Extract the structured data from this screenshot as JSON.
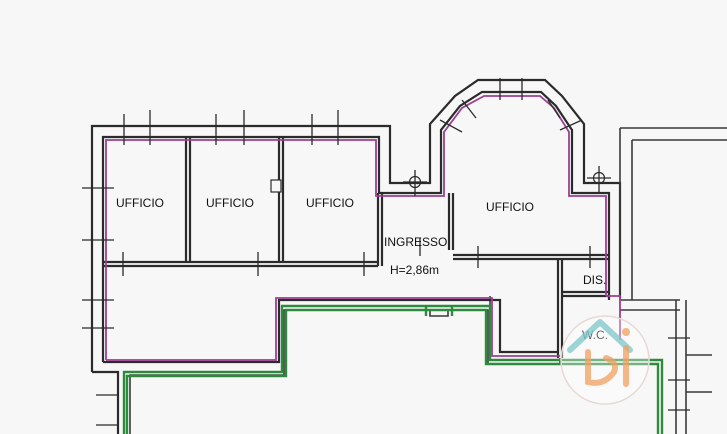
{
  "rooms": {
    "ufficio_1": "UFFICIO",
    "ufficio_2": "UFFICIO",
    "ufficio_3": "UFFICIO",
    "ufficio_4": "UFFICIO",
    "ingresso": "INGRESSO",
    "height": "H=2,86m",
    "dis": "DIS.",
    "wc": "W.C."
  },
  "colors": {
    "wall": "#2b2b2b",
    "purple_outline": "#9b3f93",
    "green_outline": "#2e8b3e",
    "watermark_teal": "#7cc7c9",
    "watermark_orange": "#f0a060"
  },
  "icons": [
    "window-symbol-icon",
    "watermark-logo-icon"
  ]
}
